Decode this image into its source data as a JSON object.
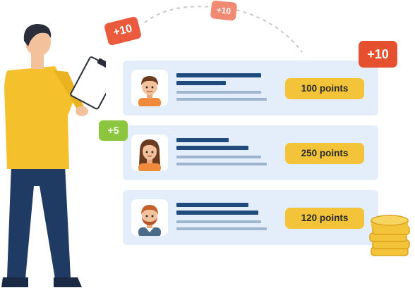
{
  "leaderboard": {
    "entries": [
      {
        "points_label": "100 points",
        "avatar_icon": "boy-avatar-icon"
      },
      {
        "points_label": "250 points",
        "avatar_icon": "girl-avatar-icon"
      },
      {
        "points_label": "120 points",
        "avatar_icon": "redhead-boy-avatar-icon"
      }
    ]
  },
  "badges": {
    "top_left": "+10",
    "top_middle": "+10",
    "top_right": "+10",
    "left_green": "+5"
  },
  "colors": {
    "card_background": "#e4eefb",
    "points_pill": "#f3c43a",
    "badge_red": "#ea5a3c",
    "badge_light_red": "#f08a73",
    "badge_green": "#8cc63f",
    "text_dark_line": "#1f4a7c",
    "text_light_line": "#9fb4cf",
    "coin_gold": "#f3c43a",
    "shirt_yellow": "#f4c12c",
    "pants_navy": "#1f3a63"
  },
  "decorations": {
    "person": "person-with-clipboard-illustration",
    "coins": "gold-coin-stack-icon"
  }
}
